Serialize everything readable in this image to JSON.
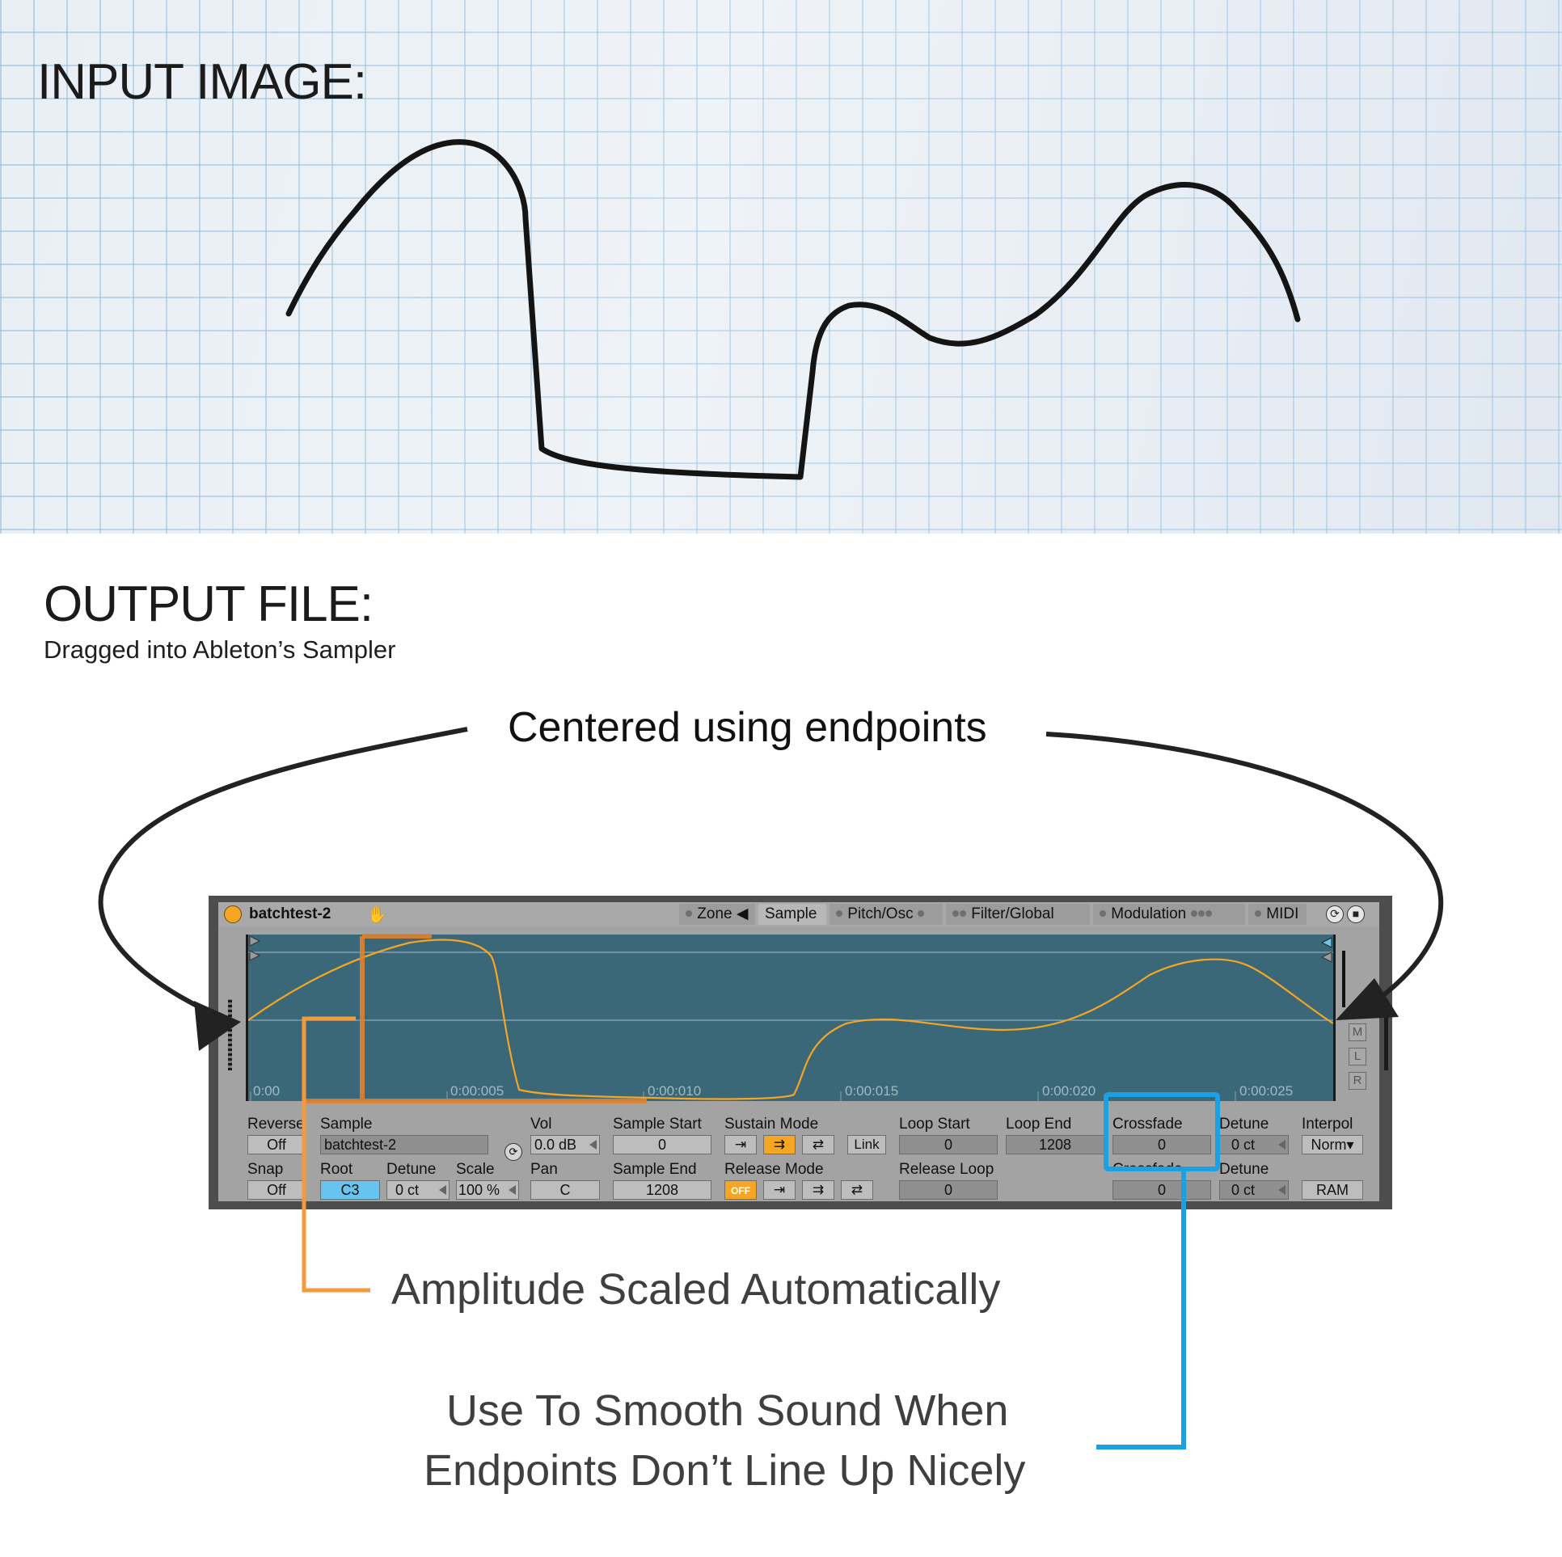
{
  "headings": {
    "input": "INPUT IMAGE:",
    "output": "OUTPUT FILE:",
    "output_sub": "Dragged into Ableton’s Sampler"
  },
  "annotations": {
    "centered": "Centered using endpoints",
    "amplitude": "Amplitude Scaled Automatically",
    "smooth_line1": "Use To Smooth Sound When",
    "smooth_line2": "Endpoints Don’t Line Up Nicely",
    "colors": {
      "arrow": "#222222",
      "amplitude": "#f39a3d",
      "crossfade": "#1ba1e2"
    }
  },
  "device": {
    "title": "batchtest-2",
    "title_icon": "hand-icon",
    "tabs": [
      "Zone",
      "Sample",
      "Pitch/Osc",
      "Filter/Global",
      "Modulation",
      "MIDI"
    ],
    "active_tab": "Sample",
    "accent": "#f6a623",
    "waveform_bg": "#3b6878",
    "timeline": [
      "0:00",
      "0:00:005",
      "0:00:010",
      "0:00:015",
      "0:00:020",
      "0:00:025"
    ],
    "side_buttons": [
      "M",
      "L",
      "R"
    ],
    "controls": {
      "reverse": {
        "label": "Reverse",
        "value": "Off"
      },
      "sample": {
        "label": "Sample",
        "value": "batchtest-2"
      },
      "vol": {
        "label": "Vol",
        "value": "0.0 dB"
      },
      "sample_start": {
        "label": "Sample Start",
        "value": "0"
      },
      "sustain_mode": {
        "label": "Sustain Mode",
        "link": "Link"
      },
      "loop_start": {
        "label": "Loop Start",
        "value": "0"
      },
      "loop_end": {
        "label": "Loop End",
        "value": "1208"
      },
      "crossfade": {
        "label": "Crossfade",
        "value": "0"
      },
      "detune": {
        "label": "Detune",
        "value": "0 ct"
      },
      "interpol": {
        "label": "Interpol",
        "value": "Norm▾"
      },
      "snap": {
        "label": "Snap",
        "value": "Off"
      },
      "root": {
        "label": "Root",
        "value": "C3"
      },
      "detune2": {
        "label": "Detune",
        "value": "0 ct"
      },
      "scale": {
        "label": "Scale",
        "value": "100 %"
      },
      "pan": {
        "label": "Pan",
        "value": "C"
      },
      "sample_end": {
        "label": "Sample End",
        "value": "1208"
      },
      "release_mode": {
        "label": "Release Mode",
        "off": "OFF"
      },
      "release_loop": {
        "label": "Release Loop",
        "value": "0"
      },
      "crossfade2": {
        "label": "Crossfade",
        "value": "0"
      },
      "detune3": {
        "label": "Detune",
        "value": "0 ct"
      },
      "ram": {
        "value": "RAM"
      }
    }
  }
}
